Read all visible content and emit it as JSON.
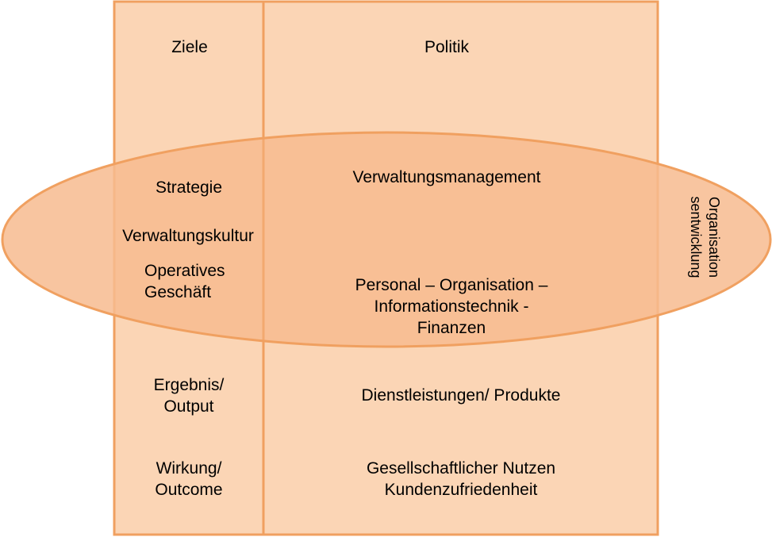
{
  "colors": {
    "border": "#f0a060",
    "fill": "#fbd5b5",
    "ellipse_fill": "#f7bb8f",
    "text": "#000000"
  },
  "left_column": {
    "ziele": "Ziele",
    "strategie": "Strategie",
    "verwaltungskultur": "Verwaltungskultur",
    "operatives_line1": "Operatives",
    "operatives_line2": "Geschäft",
    "ergebnis_line1": "Ergebnis/",
    "ergebnis_line2": "Output",
    "wirkung_line1": "Wirkung/",
    "wirkung_line2": "Outcome"
  },
  "right_column": {
    "politik": "Politik",
    "verwaltungsmanagement": "Verwaltungsmanagement",
    "resources_line1": "Personal – Organisation –",
    "resources_line2": "Informationstechnik  -",
    "resources_line3": "Finanzen",
    "dienstleistungen": "Dienstleistungen/  Produkte",
    "nutzen_line1": "Gesellschaftlicher Nutzen",
    "nutzen_line2": "Kundenzufriedenheit"
  },
  "ellipse_side_label": {
    "line1": "Organisation",
    "line2": "sentwicklung"
  }
}
